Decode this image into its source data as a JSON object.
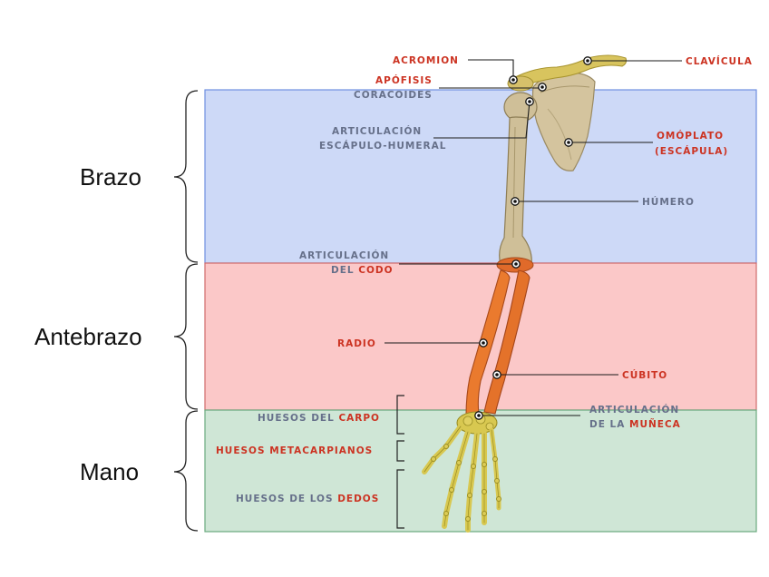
{
  "regions": {
    "arm": {
      "label": "Brazo",
      "color": "#cdd9f7",
      "border": "#6f8fe0"
    },
    "forearm": {
      "label": "Antebrazo",
      "color": "#fbc8c8",
      "border": "#d06a6a"
    },
    "hand": {
      "label": "Mano",
      "color": "#cfe6d6",
      "border": "#6aaa7e"
    }
  },
  "labels": {
    "acromion": "ACROMION",
    "clavicula": "CLAVÍCULA",
    "apofisis": "APÓFISIS",
    "coracoides": "CORACOIDES",
    "articulacion_1": "ARTICULACIÓN",
    "escapulo_humeral": "ESCÁPULO-HUMERAL",
    "omoplato": "OMÓPLATO",
    "escapula": "(ESCÁPULA)",
    "humero": "HÚMERO",
    "articulacion_codo_1": "ARTICULACIÓN",
    "del": "DEL ",
    "codo": "CODO",
    "radio": "RADIO",
    "cubito": "CÚBITO",
    "huesos_del": "HUESOS DEL ",
    "carpo": "CARPO",
    "articulacion_muneca_1": "ARTICULACIÓN",
    "de_la": "DE LA ",
    "muneca": "MUÑECA",
    "metacarpianos": "HUESOS METACARPIANOS",
    "huesos_de_los": "HUESOS DE LOS ",
    "dedos": "DEDOS"
  },
  "colors": {
    "label_red": "#cc3322",
    "label_gray": "#66708a",
    "bone_arm": "#d2c29c",
    "bone_forearm": "#e8742a",
    "bone_hand": "#d8c850"
  }
}
